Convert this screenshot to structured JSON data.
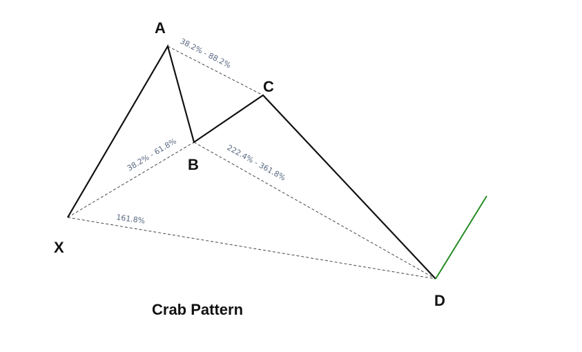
{
  "diagram": {
    "title": "Crab Pattern",
    "points": {
      "X": "X",
      "A": "A",
      "B": "B",
      "C": "C",
      "D": "D"
    },
    "ratios": {
      "ac": "38.2% - 88.2%",
      "xb": "38.2% - 61.8%",
      "bd": "222.4% - 361.8%",
      "xd": "161.8%"
    },
    "colors": {
      "legs": "#111111",
      "projection": "#228B22",
      "ratio_text": "#5a6a82"
    }
  }
}
